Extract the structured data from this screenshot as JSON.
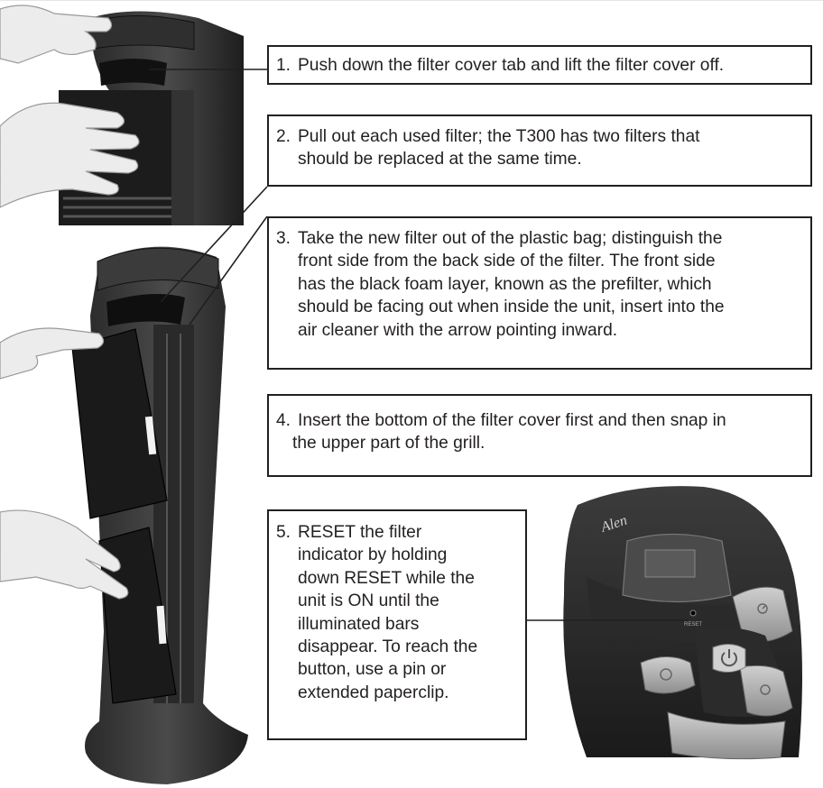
{
  "steps": [
    {
      "number": "1.",
      "lines": [
        "Push down the filter cover tab and lift the filter cover off."
      ]
    },
    {
      "number": "2.",
      "lines": [
        "Pull out each used filter; the T300 has two filters that",
        "should be replaced at the same time."
      ]
    },
    {
      "number": "3.",
      "lines": [
        "Take the new filter out of the plastic bag; distinguish the",
        "front side from the back side of the filter. The front side",
        "has the black foam layer, known as the prefilter, which",
        "should be facing out when inside the unit, insert into the",
        "air cleaner with the arrow pointing inward."
      ]
    },
    {
      "number": "4.",
      "lines": [
        "Insert the bottom of the filter cover first and then snap in",
        "the upper part of the grill."
      ]
    },
    {
      "number": "5.",
      "lines": [
        "RESET the filter",
        "indicator by holding",
        "down RESET while the",
        "unit is ON until the",
        "illuminated bars",
        "disappear. To reach the",
        "button, use a pin or",
        "extended paperclip."
      ]
    }
  ],
  "control_panel": {
    "brand_logo_text": "Alen",
    "reset_label": "RESET"
  },
  "colors": {
    "ink": "#231f20",
    "unit_body": "#3a3a3a",
    "unit_dark": "#222222",
    "button_gray": "#b8b8b8",
    "skin": "#ededed"
  },
  "icons": [
    "power-icon",
    "fan-icon",
    "timer-icon",
    "ionizer-icon"
  ]
}
